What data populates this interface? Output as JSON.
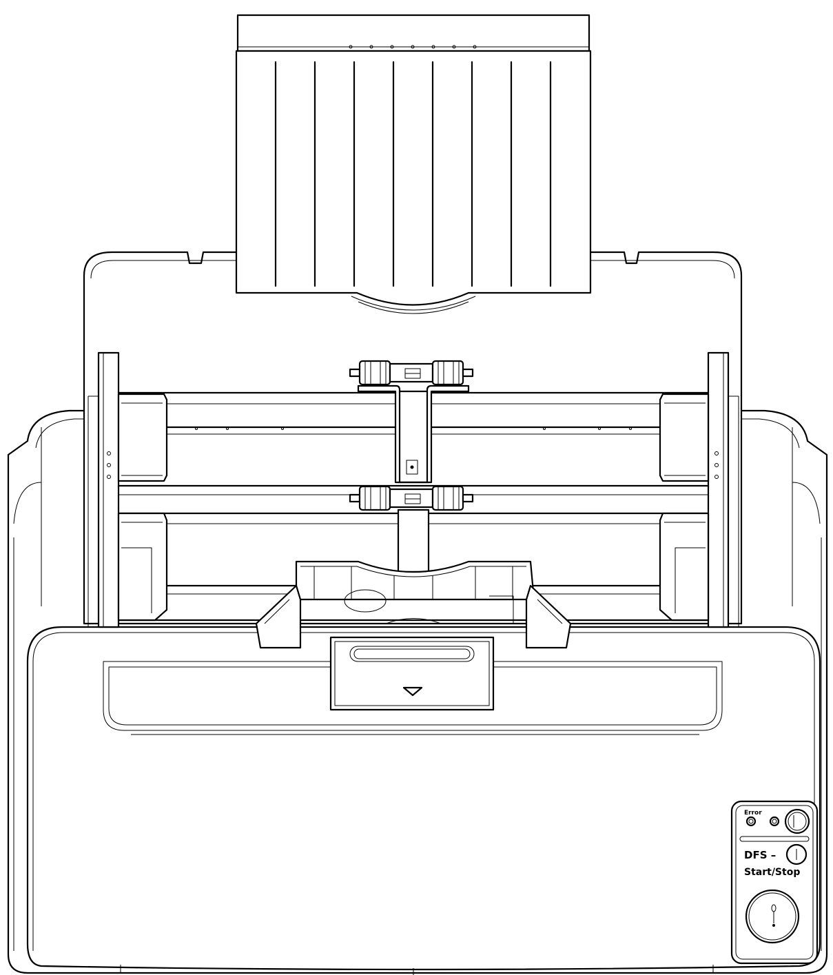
{
  "control_panel": {
    "error_label": "Error",
    "dfs_label": "DFS –",
    "start_stop_label": "Start/Stop"
  }
}
